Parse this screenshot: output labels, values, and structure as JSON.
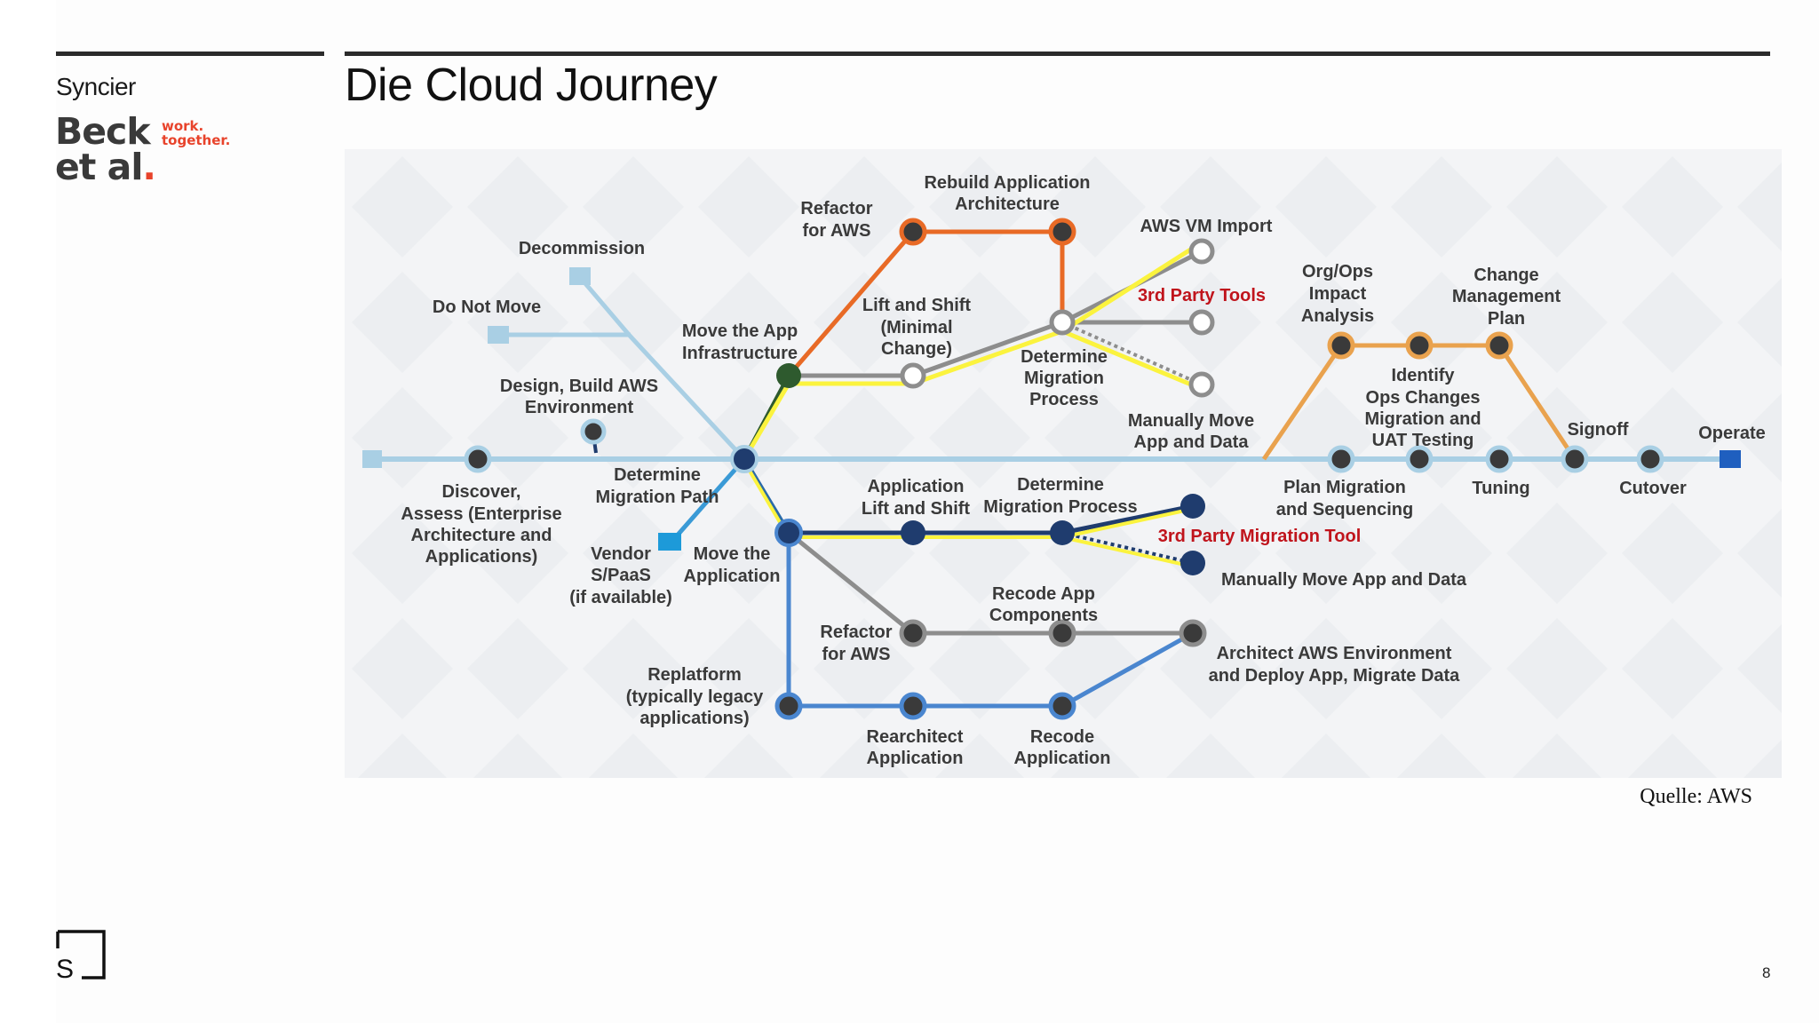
{
  "brand": {
    "name": "Syncier",
    "logo_line1": "Beck",
    "logo_line2": "et al",
    "logo_dot": ".",
    "tag_line1": "work.",
    "tag_line2": "together."
  },
  "slide": {
    "title": "Die Cloud Journey",
    "source": "Quelle: AWS",
    "page": "8"
  },
  "footer_logo": {
    "letter": "S"
  },
  "labels": {
    "decommission": "Decommission",
    "do_not_move": "Do Not Move",
    "design_build_1": "Design, Build AWS",
    "design_build_2": "Environment",
    "discover_1": "Discover,",
    "discover_2": "Assess (Enterprise",
    "discover_3": "Architecture and",
    "discover_4": "Applications)",
    "det_mig_path_1": "Determine",
    "det_mig_path_2": "Migration Path",
    "vendor_1": "Vendor",
    "vendor_2": "S/PaaS",
    "vendor_3": "(if available)",
    "move_app_1": "Move the",
    "move_app_2": "Application",
    "move_infra_1": "Move the App",
    "move_infra_2": "Infrastructure",
    "refactor_aws_top_1": "Refactor",
    "refactor_aws_top_2": "for AWS",
    "rebuild_1": "Rebuild Application",
    "rebuild_2": "Architecture",
    "lift_shift_1": "Lift and Shift",
    "lift_shift_2": "(Minimal",
    "lift_shift_3": "Change)",
    "aws_vm_import": "AWS VM Import",
    "third_party_tools": "3rd Party Tools",
    "det_mig_proc_1": "Determine",
    "det_mig_proc_2": "Migration",
    "det_mig_proc_3": "Process",
    "manual_move_1": "Manually Move",
    "manual_move_2": "App and Data",
    "orgops_1": "Org/Ops",
    "orgops_2": "Impact",
    "orgops_3": "Analysis",
    "change_mgmt_1": "Change",
    "change_mgmt_2": "Management",
    "change_mgmt_3": "Plan",
    "identify_1": "Identify",
    "identify_2": "Ops Changes",
    "identify_3": "Migration and",
    "identify_4": "UAT Testing",
    "signoff": "Signoff",
    "operate": "Operate",
    "plan_mig_1": "Plan Migration",
    "plan_mig_2": "and Sequencing",
    "tuning": "Tuning",
    "cutover": "Cutover",
    "app_lift_1": "Application",
    "app_lift_2": "Lift and Shift",
    "det_mig_proc_b_1": "Determine",
    "det_mig_proc_b_2": "Migration Process",
    "third_party_mig_tool": "3rd Party Migration Tool",
    "manual_move_b": "Manually Move App and Data",
    "recode_comp_1": "Recode App",
    "recode_comp_2": "Components",
    "refactor_aws_bot_1": "Refactor",
    "refactor_aws_bot_2": "for AWS",
    "architect_1": "Architect AWS Environment",
    "architect_2": "and Deploy App, Migrate Data",
    "replatform_1": "Replatform",
    "replatform_2": "(typically legacy",
    "replatform_3": "applications)",
    "rearchitect_1": "Rearchitect",
    "rearchitect_2": "Application",
    "recode_app_1": "Recode",
    "recode_app_2": "Application"
  },
  "colors": {
    "main_line": "#a9cfe4",
    "orange_line": "#e86a26",
    "amber_line": "#e9a24e",
    "gray_line": "#8d8d8d",
    "highlight": "#fbf33e",
    "blue_line": "#4a86cf",
    "dark_node": "#3a3a3a",
    "navy_node": "#1f3c6e",
    "operate_square": "#1f5fbf",
    "red_text": "#c0141c"
  }
}
